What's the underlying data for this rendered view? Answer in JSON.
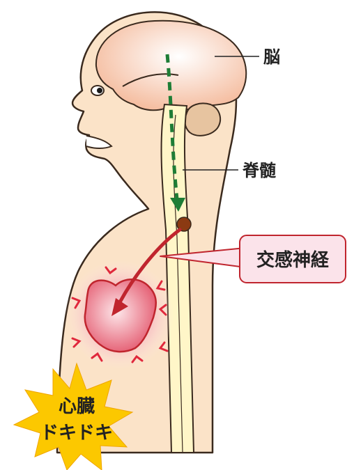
{
  "labels": {
    "brain": "脳",
    "spinal_cord": "脊髄",
    "sympathetic": "交感神経",
    "heart_line1": "心臓",
    "heart_line2": "ドキドキ"
  },
  "colors": {
    "skin": "#fbe3c8",
    "outline": "#3a2a1e",
    "brain": "#f7c7a9",
    "cerebellum": "#e7c4a0",
    "spinal_cord": "#fff6c8",
    "arrow_green": "#1e7d36",
    "nerve_arrow": "#c0252e",
    "ganglion": "#8b3a12",
    "heart_fill": "#ec6b7d",
    "heart_glow": "#f6b8c2",
    "callout_fill": "#fbe3ea",
    "callout_stroke": "#c0252e",
    "starburst": "#fcc800"
  },
  "icons": [
    "eye-icon",
    "brain-icon",
    "heart-icon",
    "starburst-icon",
    "arrow-down-icon"
  ]
}
